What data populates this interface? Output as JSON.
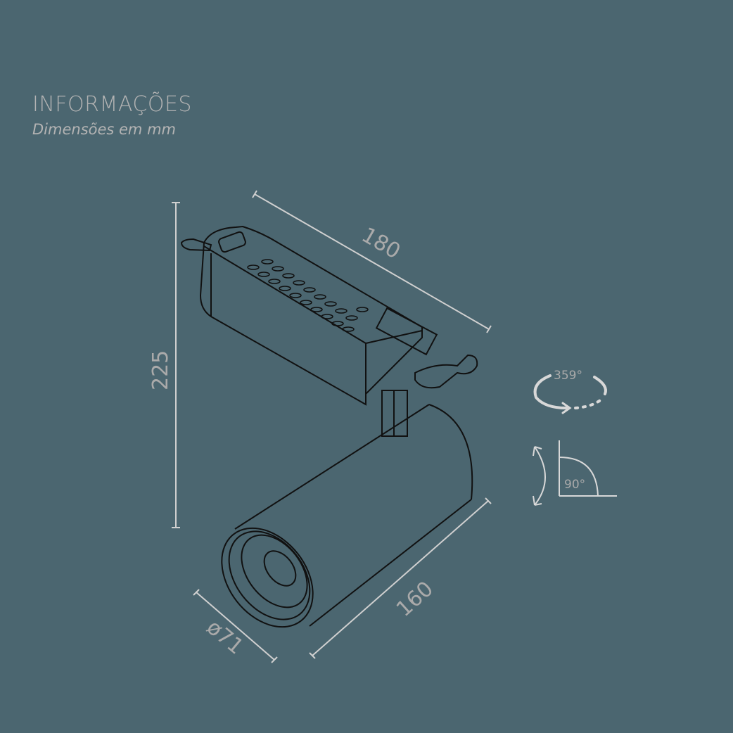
{
  "header": {
    "title": "INFORMAÇÕES",
    "subtitle": "Dimensões em mm"
  },
  "dimensions": {
    "length": "180",
    "height": "225",
    "tube_length": "160",
    "diameter": "ø71"
  },
  "rotation": {
    "horizontal": "359°",
    "vertical": "90°"
  },
  "colors": {
    "background": "#4b6670",
    "dimension_lines": "#d0d0d0",
    "text": "#aaaaaa",
    "drawing": "#111111"
  }
}
